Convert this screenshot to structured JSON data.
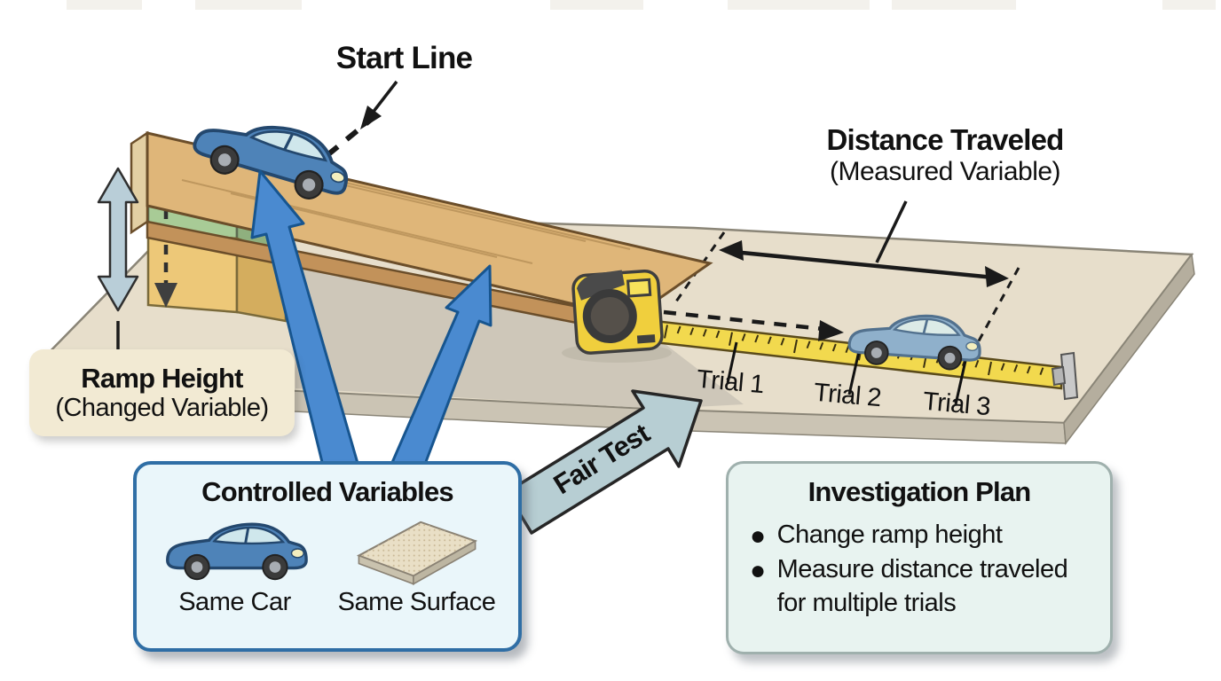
{
  "scene": {
    "start_line_label": "Start Line",
    "distance": {
      "title": "Distance Traveled",
      "subtitle": "(Measured Variable)"
    },
    "ramp_height": {
      "title": "Ramp Height",
      "subtitle": "(Changed Variable)"
    },
    "fair_test_label": "Fair Test",
    "trial_labels": [
      "Trial 1",
      "Trial 2",
      "Trial 3"
    ]
  },
  "controlled_variables": {
    "title": "Controlled Variables",
    "items": [
      {
        "icon": "car-icon",
        "label": "Same Car"
      },
      {
        "icon": "surface-icon",
        "label": "Same Surface"
      }
    ]
  },
  "investigation_plan": {
    "title": "Investigation Plan",
    "bullets": [
      "Change ramp height",
      "Measure distance traveled for multiple trials"
    ]
  },
  "colors": {
    "ramp_wood": "#dfb679",
    "block_green": "#a8cb96",
    "block_yellow": "#edc878",
    "car_blue": "#4e83b8",
    "car_light_blue": "#8fb0cb",
    "tape_yellow": "#f2d94e",
    "pointer_blue": "#4a8ad0",
    "fair_test_arrow": "#b7ced3",
    "floor_tan": "#e7decb",
    "cv_box_fill": "#eaf6fa",
    "cv_box_border": "#2f6ea5",
    "plan_box_fill": "#e8f3f0",
    "plan_box_border": "#9fb0ad",
    "label_cream": "#f2ead3"
  }
}
